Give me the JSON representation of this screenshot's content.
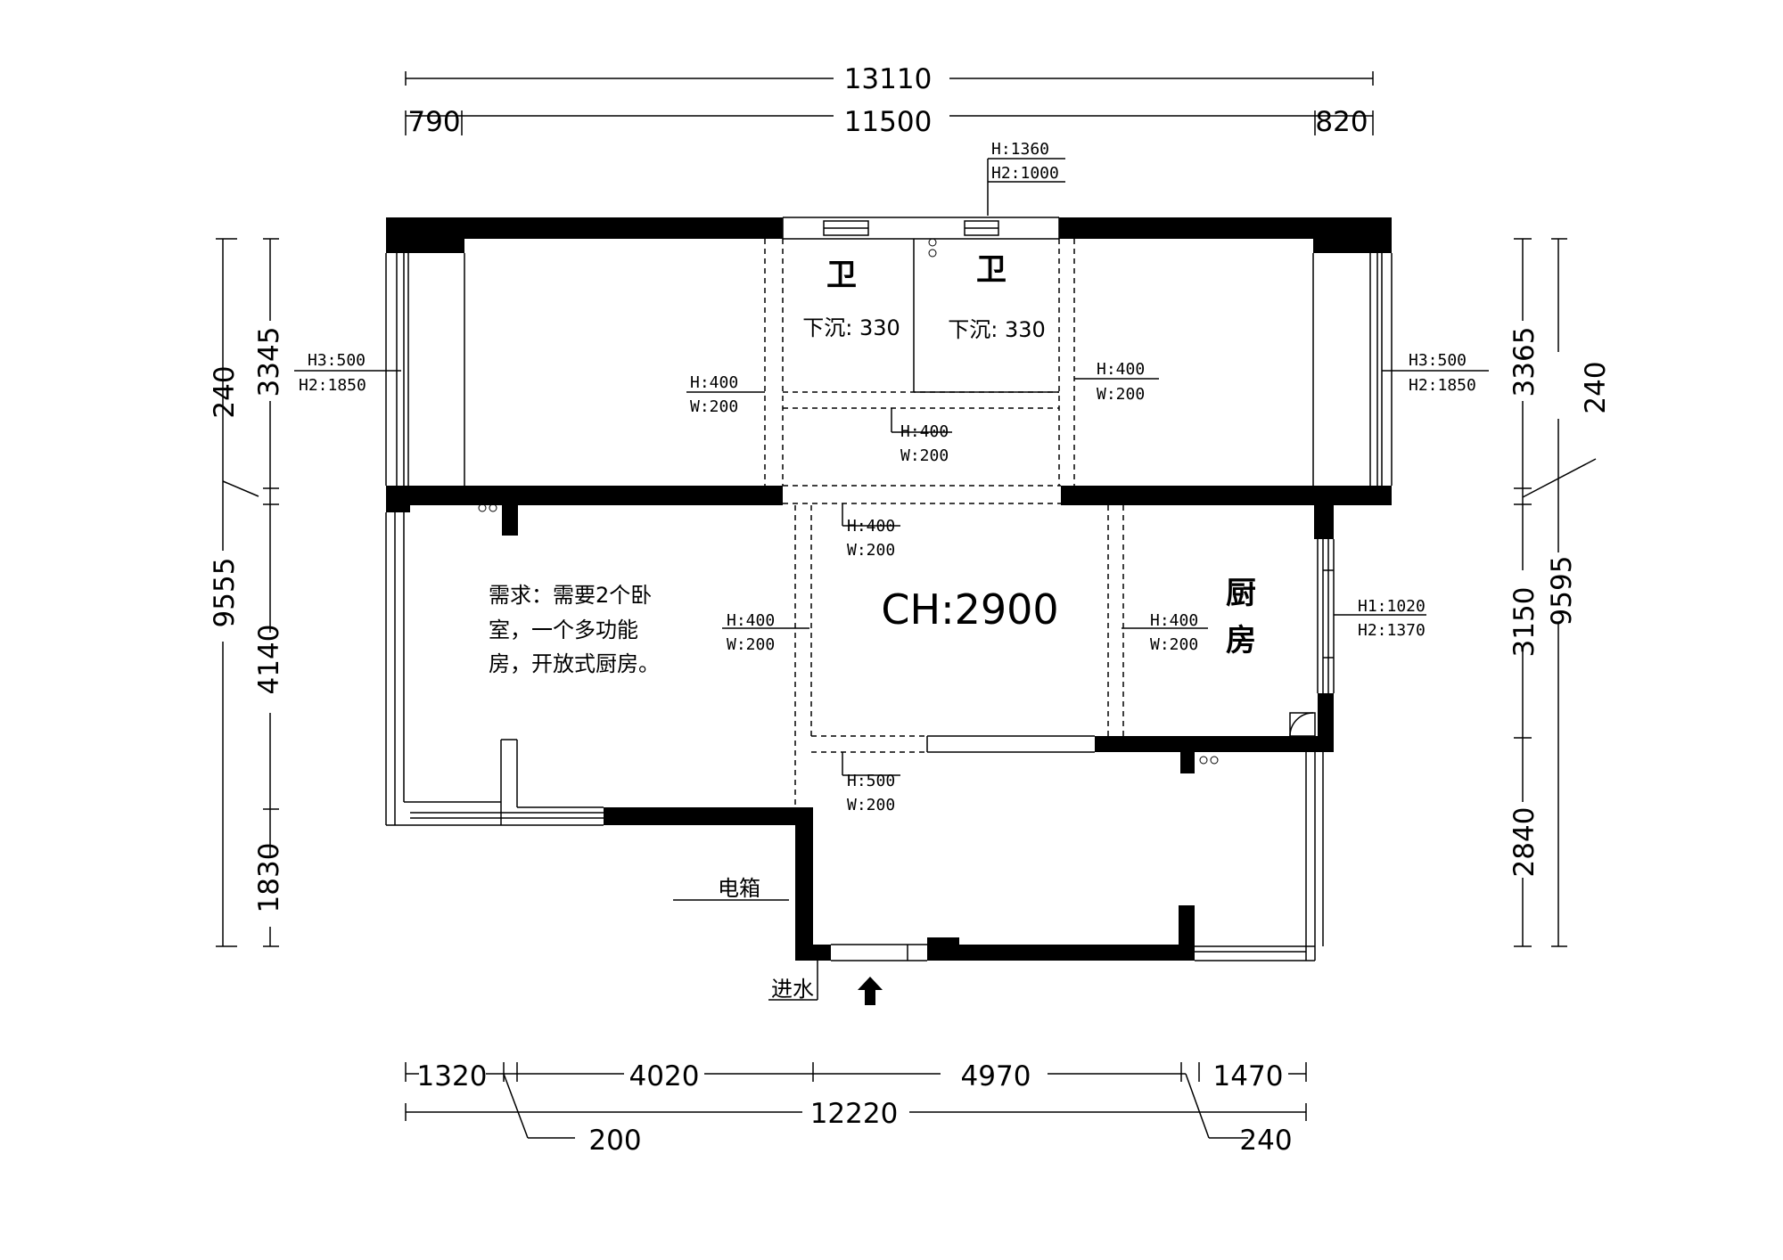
{
  "dims": {
    "top_overall": "13110",
    "top_left": "790",
    "top_mid": "11500",
    "top_right": "820",
    "left_240": "240",
    "left_3345": "3345",
    "left_9555": "9555",
    "left_4140": "4140",
    "left_1830": "1830",
    "right_3365": "3365",
    "right_240": "240",
    "right_9595": "9595",
    "right_3150": "3150",
    "right_2840": "2840",
    "bottom_1320": "1320",
    "bottom_4020": "4020",
    "bottom_4970": "4970",
    "bottom_1470": "1470",
    "bottom_total": "12220",
    "bottom_200": "200",
    "bottom_240": "240"
  },
  "openings": {
    "top_window_h": "H:1360",
    "top_window_h2": "H2:1000",
    "left_window_h3": "H3:500",
    "left_window_h2": "H2:1850",
    "right_window_h3": "H3:500",
    "right_window_h2": "H2:1850",
    "kitchen_window_h1": "H1:1020",
    "kitchen_window_h2": "H2:1370",
    "beam1_h": "H:400",
    "beam1_w": "W:200",
    "beam2_h": "H:400",
    "beam2_w": "W:200",
    "beam3_h": "H:400",
    "beam3_w": "W:200",
    "beam4_h": "H:400",
    "beam4_w": "W:200",
    "beam5_h": "H:400",
    "beam5_w": "W:200",
    "beam6_h": "H:400",
    "beam6_w": "W:200",
    "beam7_h": "H:500",
    "beam7_w": "W:200"
  },
  "rooms": {
    "bath1": "卫",
    "bath2": "卫",
    "bath1_sink": "下沉: 330",
    "bath2_sink": "下沉: 330",
    "kitchen_1": "厨",
    "kitchen_2": "房",
    "ceiling": "CH:2900",
    "note_line1": "需求：需要2个卧",
    "note_line2": "室，一个多功能",
    "note_line3": "房，开放式厨房。",
    "electric_box": "电箱",
    "water_inlet": "进水"
  }
}
